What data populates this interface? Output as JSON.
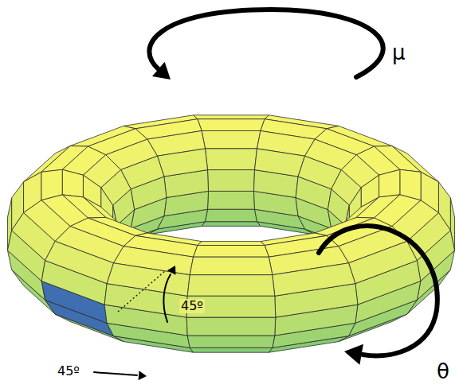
{
  "diagram": {
    "labels": [
      "μ",
      "45º",
      "45º",
      "θ"
    ]
  }
}
